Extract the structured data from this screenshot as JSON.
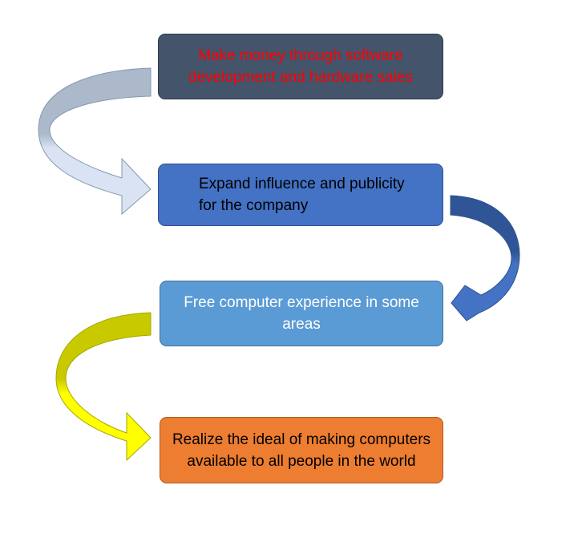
{
  "steps": [
    {
      "text": "Make money through software development and hardware sales",
      "fill": "#44546A",
      "text_color": "#FF0000"
    },
    {
      "text": "Expand influence and publicity for the company",
      "fill": "#4472C4",
      "text_color": "#000000"
    },
    {
      "text": "Free computer experience in some areas",
      "fill": "#5B9BD5",
      "text_color": "#FFFFFF"
    },
    {
      "text": "Realize the ideal of making computers available to all people in the world",
      "fill": "#ED7D31",
      "text_color": "#000000"
    }
  ],
  "connectors": [
    {
      "from": 1,
      "to": 2,
      "side": "left",
      "colors": [
        "#ACB9CA",
        "#DAE3F3"
      ]
    },
    {
      "from": 2,
      "to": 3,
      "side": "right",
      "colors": [
        "#2F5597",
        "#4472C4"
      ]
    },
    {
      "from": 3,
      "to": 4,
      "side": "left",
      "colors": [
        "#C9C900",
        "#FFFF00"
      ]
    }
  ]
}
